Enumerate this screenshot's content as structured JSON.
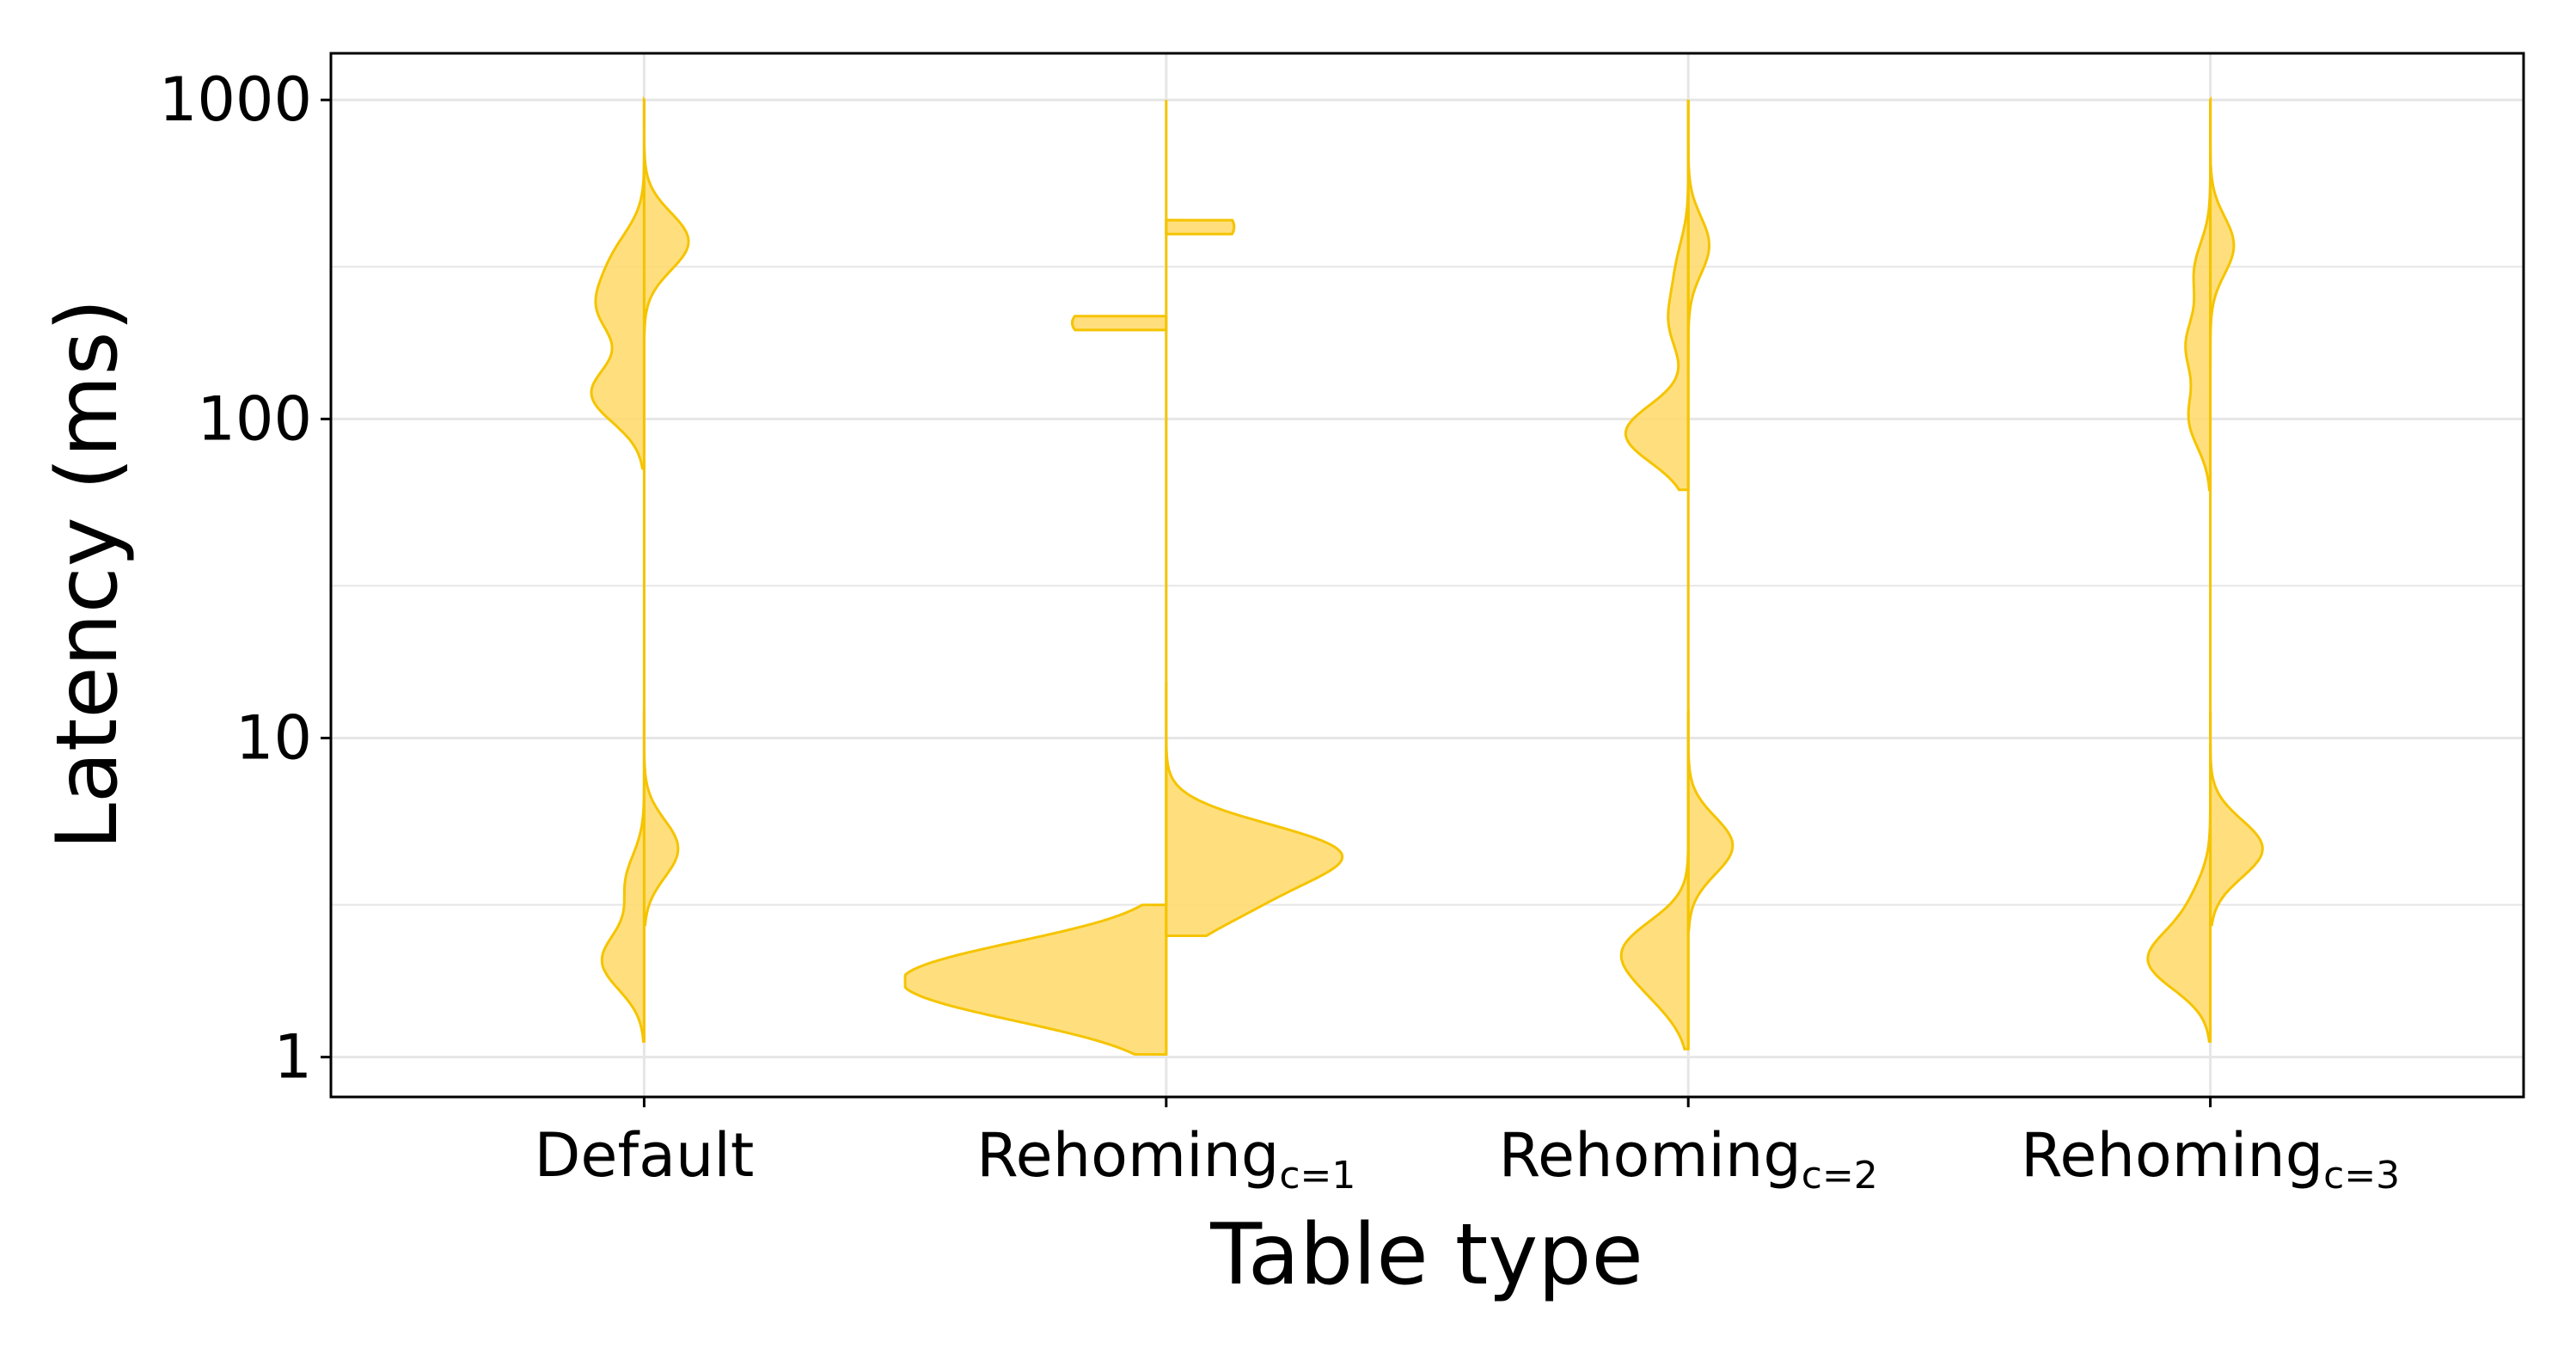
{
  "chart_data": {
    "type": "violin",
    "xlabel": "Table type",
    "ylabel": "Latency (ms)",
    "yscale": "log",
    "ylim": [
      0.75,
      1400
    ],
    "yticks": [
      "1",
      "10",
      "100",
      "1000"
    ],
    "grid": true,
    "colors": {
      "fill": "#FFD966",
      "stroke": "#F5C400"
    },
    "categories": [
      {
        "base": "Default",
        "sub": ""
      },
      {
        "base": "Rehoming",
        "sub": "c=1"
      },
      {
        "base": "Rehoming",
        "sub": "c=2"
      },
      {
        "base": "Rehoming",
        "sub": "c=3"
      }
    ],
    "series": [
      {
        "left": {
          "range": [
            1.12,
            12
          ],
          "peaks": [
            {
              "y": 2.0,
              "w": 0.16
            },
            {
              "y": 3.5,
              "w": 0.07
            }
          ]
        },
        "right": {
          "range": [
            2.6,
            12
          ],
          "peaks": [
            {
              "y": 4.5,
              "w": 0.13
            }
          ]
        },
        "left_hi": {
          "range": [
            70,
            1000
          ],
          "peaks": [
            {
              "y": 120,
              "w": 0.2
            },
            {
              "y": 220,
              "w": 0.16
            },
            {
              "y": 320,
              "w": 0.1
            }
          ]
        },
        "right_hi": {
          "range": [
            150,
            1000
          ],
          "peaks": [
            {
              "y": 360,
              "w": 0.17
            }
          ]
        }
      },
      {
        "left": {
          "range": [
            1.02,
            3
          ],
          "peaks": [
            {
              "y": 2.0,
              "w": 0.6
            },
            {
              "y": 1.6,
              "w": 0.3
            },
            {
              "y": 1.45,
              "w": 0.38
            }
          ]
        },
        "right": {
          "range": [
            2.4,
            15
          ],
          "peaks": [
            {
              "y": 4.4,
              "w": 0.62
            },
            {
              "y": 3.0,
              "w": 0.26
            }
          ]
        },
        "left_hi": {
          "range": [
            190,
            210
          ],
          "peaks": [
            {
              "y": 200,
              "w": 0.36
            }
          ]
        },
        "right_hi": {
          "range": [
            380,
            420
          ],
          "peaks": [
            {
              "y": 400,
              "w": 0.26
            }
          ]
        }
      },
      {
        "left": {
          "range": [
            1.06,
            12
          ],
          "peaks": [
            {
              "y": 2.2,
              "w": 0.22
            },
            {
              "y": 1.6,
              "w": 0.1
            }
          ]
        },
        "right": {
          "range": [
            2.5,
            12
          ],
          "peaks": [
            {
              "y": 4.6,
              "w": 0.17
            }
          ]
        },
        "left_hi": {
          "range": [
            60,
            1000
          ],
          "peaks": [
            {
              "y": 90,
              "w": 0.24
            },
            {
              "y": 200,
              "w": 0.07
            },
            {
              "y": 300,
              "w": 0.04
            }
          ]
        },
        "right_hi": {
          "range": [
            150,
            1000
          ],
          "peaks": [
            {
              "y": 350,
              "w": 0.08
            }
          ]
        }
      },
      {
        "left": {
          "range": [
            1.12,
            12
          ],
          "peaks": [
            {
              "y": 2.0,
              "w": 0.23
            },
            {
              "y": 3.0,
              "w": 0.06
            }
          ]
        },
        "right": {
          "range": [
            2.6,
            12
          ],
          "peaks": [
            {
              "y": 4.5,
              "w": 0.2
            }
          ]
        },
        "left_hi": {
          "range": [
            60,
            1000
          ],
          "peaks": [
            {
              "y": 100,
              "w": 0.08
            },
            {
              "y": 170,
              "w": 0.09
            },
            {
              "y": 290,
              "w": 0.06
            }
          ]
        },
        "right_hi": {
          "range": [
            150,
            1000
          ],
          "peaks": [
            {
              "y": 350,
              "w": 0.09
            }
          ]
        }
      }
    ]
  }
}
